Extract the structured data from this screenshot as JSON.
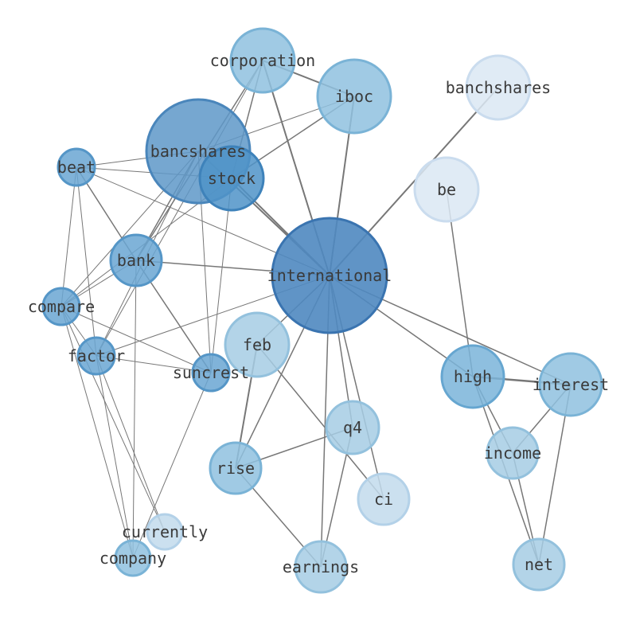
{
  "graph": {
    "nodes": [
      {
        "id": "international",
        "label": "international"
      },
      {
        "id": "bancshares",
        "label": "bancshares"
      },
      {
        "id": "stock",
        "label": "stock"
      },
      {
        "id": "corporation",
        "label": "corporation"
      },
      {
        "id": "iboc",
        "label": "iboc"
      },
      {
        "id": "banchshares",
        "label": "banchshares"
      },
      {
        "id": "be",
        "label": "be"
      },
      {
        "id": "beat",
        "label": "beat"
      },
      {
        "id": "bank",
        "label": "bank"
      },
      {
        "id": "compare",
        "label": "compare"
      },
      {
        "id": "factor",
        "label": "factor"
      },
      {
        "id": "suncrest",
        "label": "suncrest"
      },
      {
        "id": "feb",
        "label": "feb"
      },
      {
        "id": "high",
        "label": "high"
      },
      {
        "id": "interest",
        "label": "interest"
      },
      {
        "id": "q4",
        "label": "q4"
      },
      {
        "id": "income",
        "label": "income"
      },
      {
        "id": "rise",
        "label": "rise"
      },
      {
        "id": "ci",
        "label": "ci"
      },
      {
        "id": "currently",
        "label": "currently"
      },
      {
        "id": "company",
        "label": "company"
      },
      {
        "id": "earnings",
        "label": "earnings"
      },
      {
        "id": "net",
        "label": "net"
      }
    ],
    "edges": [
      [
        "international",
        "bancshares",
        2
      ],
      [
        "international",
        "stock",
        2
      ],
      [
        "international",
        "corporation",
        2
      ],
      [
        "international",
        "iboc",
        2
      ],
      [
        "international",
        "banchshares",
        2
      ],
      [
        "international",
        "bank",
        1.5
      ],
      [
        "international",
        "beat",
        1
      ],
      [
        "international",
        "feb",
        1.5
      ],
      [
        "international",
        "factor",
        1
      ],
      [
        "international",
        "high",
        1.5
      ],
      [
        "international",
        "interest",
        1.5
      ],
      [
        "international",
        "q4",
        1.5
      ],
      [
        "international",
        "ci",
        1.5
      ],
      [
        "international",
        "rise",
        1.5
      ],
      [
        "international",
        "earnings",
        1.5
      ],
      [
        "corporation",
        "iboc",
        2
      ],
      [
        "corporation",
        "bank",
        1.5
      ],
      [
        "corporation",
        "stock",
        1.5
      ],
      [
        "corporation",
        "factor",
        1
      ],
      [
        "iboc",
        "bancshares",
        1
      ],
      [
        "iboc",
        "stock",
        1.5
      ],
      [
        "bancshares",
        "beat",
        1
      ],
      [
        "bancshares",
        "bank",
        1.5
      ],
      [
        "bancshares",
        "compare",
        1
      ],
      [
        "bancshares",
        "factor",
        1
      ],
      [
        "bancshares",
        "suncrest",
        1
      ],
      [
        "stock",
        "beat",
        1
      ],
      [
        "stock",
        "compare",
        1
      ],
      [
        "stock",
        "suncrest",
        1
      ],
      [
        "beat",
        "bank",
        1.5
      ],
      [
        "beat",
        "factor",
        1
      ],
      [
        "beat",
        "compare",
        1
      ],
      [
        "bank",
        "suncrest",
        1.5
      ],
      [
        "bank",
        "compare",
        1
      ],
      [
        "bank",
        "company",
        1
      ],
      [
        "compare",
        "factor",
        1
      ],
      [
        "compare",
        "suncrest",
        1
      ],
      [
        "compare",
        "company",
        1
      ],
      [
        "compare",
        "currently",
        1
      ],
      [
        "factor",
        "suncrest",
        1
      ],
      [
        "factor",
        "currently",
        1
      ],
      [
        "factor",
        "company",
        1
      ],
      [
        "suncrest",
        "company",
        1
      ],
      [
        "feb",
        "rise",
        2
      ],
      [
        "feb",
        "ci",
        1.5
      ],
      [
        "q4",
        "rise",
        1.5
      ],
      [
        "q4",
        "earnings",
        1.5
      ],
      [
        "rise",
        "earnings",
        1.5
      ],
      [
        "be",
        "high",
        1.5
      ],
      [
        "high",
        "interest",
        2.5
      ],
      [
        "high",
        "income",
        1.5
      ],
      [
        "high",
        "net",
        1.5
      ],
      [
        "interest",
        "income",
        1.5
      ],
      [
        "interest",
        "net",
        1.5
      ],
      [
        "income",
        "net",
        1.5
      ]
    ]
  }
}
